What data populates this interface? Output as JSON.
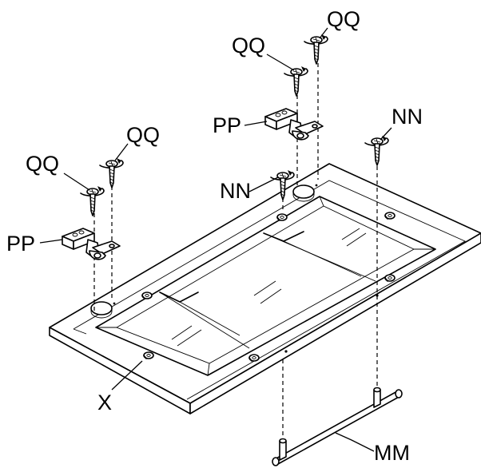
{
  "labels": {
    "screw_qq": "QQ",
    "hinge_pp": "PP",
    "screw_nn": "NN",
    "door_x": "X",
    "handle_mm": "MM"
  },
  "colors": {
    "line": "#000000",
    "background": "#ffffff"
  }
}
